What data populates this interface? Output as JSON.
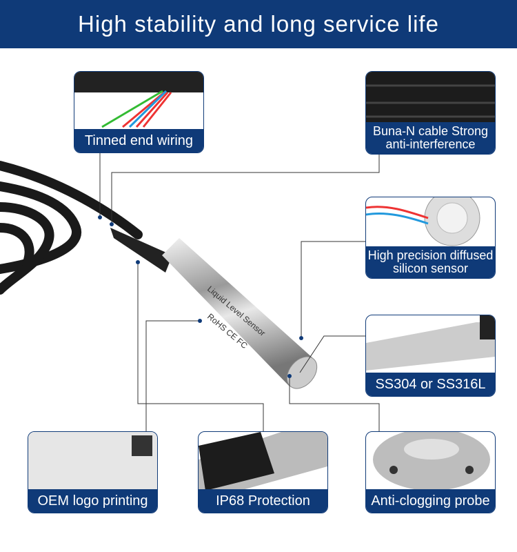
{
  "header": {
    "title": "High stability and long service life"
  },
  "callouts": {
    "wiring": "Tinned end wiring",
    "cable": "Buna-N cable Strong anti-interference",
    "sensor": "High precision diffused silicon sensor",
    "material": "SS304 or SS316L",
    "oem": "OEM logo printing",
    "ip68": "IP68 Protection",
    "probe": "Anti-clogging probe"
  },
  "product_print": {
    "name": "Liquid Level Sensor",
    "cert": "RoHS CE FC"
  },
  "colors": {
    "brand": "#0f3a78"
  }
}
